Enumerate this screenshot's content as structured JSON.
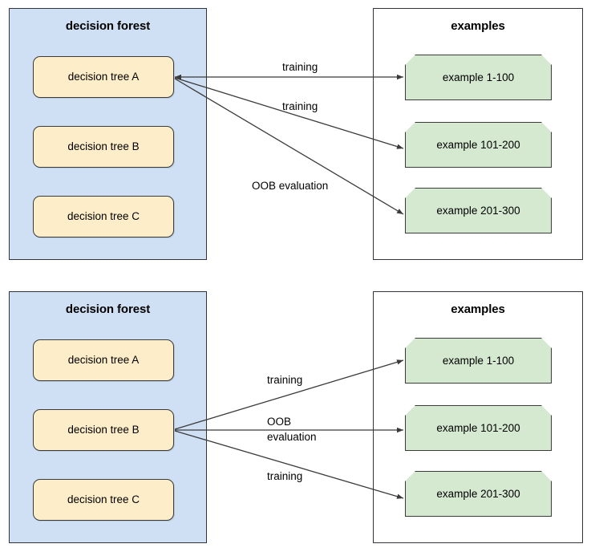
{
  "diagrams": [
    {
      "id": "top",
      "forest": {
        "title": "decision forest",
        "trees": [
          {
            "label": "decision tree A"
          },
          {
            "label": "decision tree B"
          },
          {
            "label": "decision tree C"
          }
        ]
      },
      "examples": {
        "title": "examples",
        "items": [
          {
            "label": "example 1-100"
          },
          {
            "label": "example 101-200"
          },
          {
            "label": "example 201-300"
          }
        ]
      },
      "edges": [
        {
          "label": "training",
          "from": "decision tree A",
          "to": "example 1-100"
        },
        {
          "label": "training",
          "from": "decision tree A",
          "to": "example 101-200"
        },
        {
          "label": "OOB evaluation",
          "from": "decision tree A",
          "to": "example 201-300"
        }
      ]
    },
    {
      "id": "bottom",
      "forest": {
        "title": "decision forest",
        "trees": [
          {
            "label": "decision tree A"
          },
          {
            "label": "decision tree B"
          },
          {
            "label": "decision tree C"
          }
        ]
      },
      "examples": {
        "title": "examples",
        "items": [
          {
            "label": "example 1-100"
          },
          {
            "label": "example 101-200"
          },
          {
            "label": "example 201-300"
          }
        ]
      },
      "edges": [
        {
          "label": "training",
          "from": "decision tree B",
          "to": "example 1-100"
        },
        {
          "label_line1": "OOB",
          "label_line2": "evaluation",
          "from": "decision tree B",
          "to": "example 101-200"
        },
        {
          "label": "training",
          "from": "decision tree B",
          "to": "example 201-300"
        }
      ]
    }
  ],
  "colors": {
    "forest_panel_fill": "#cfe0f4",
    "tree_box_fill": "#fdedc8",
    "example_box_fill": "#d5e8d0",
    "stroke": "#3b3b3b"
  }
}
